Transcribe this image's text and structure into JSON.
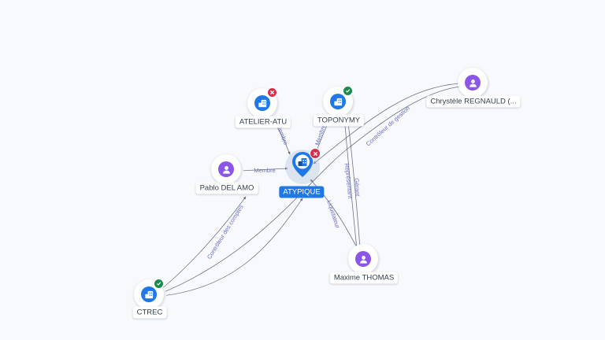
{
  "central": {
    "name": "ATYPIQUE",
    "status": "ko"
  },
  "nodes": [
    {
      "id": "atelier",
      "name": "ATELIER-ATU",
      "kind": "company",
      "status": "ko"
    },
    {
      "id": "toponymy",
      "name": "TOPONYMY",
      "kind": "company",
      "status": "ok"
    },
    {
      "id": "pablo",
      "name": "Pablo DEL AMO",
      "kind": "person"
    },
    {
      "id": "chrystele",
      "name": "Chrystèle REGNAULD (...",
      "kind": "person"
    },
    {
      "id": "maxime",
      "name": "Maxime THOMAS",
      "kind": "person"
    },
    {
      "id": "ctrec",
      "name": "CTREC",
      "kind": "company",
      "status": "ok"
    }
  ],
  "edges": [
    {
      "from": "atelier",
      "to": "central",
      "label": "Membre"
    },
    {
      "from": "toponymy",
      "to": "central",
      "label": "Membre"
    },
    {
      "from": "pablo",
      "to": "central",
      "label": "Membre"
    },
    {
      "from": "chrystele",
      "to": "central",
      "label": "Contrôleur de gestion"
    },
    {
      "from": "maxime",
      "to": "central",
      "label": "Liquidateur"
    },
    {
      "from": "maxime",
      "to": "toponymy",
      "label": "Gérant"
    },
    {
      "from": "maxime",
      "to": "toponymy",
      "label": "Représentant"
    },
    {
      "from": "ctrec",
      "to": "pablo",
      "label": "Contrôleur des comptes"
    },
    {
      "from": "ctrec",
      "to": "central",
      "label": ""
    },
    {
      "from": "ctrec",
      "to": "chrystele",
      "label": ""
    }
  ],
  "colors": {
    "company": "#1f78e6",
    "person": "#8b56e8",
    "ok": "#1c8a4c",
    "ko": "#d62f4b",
    "edge_label": "#6d6fc6"
  },
  "icons": {
    "company": "building-icon",
    "person": "person-icon",
    "ok": "check-icon",
    "ko": "cross-icon"
  }
}
